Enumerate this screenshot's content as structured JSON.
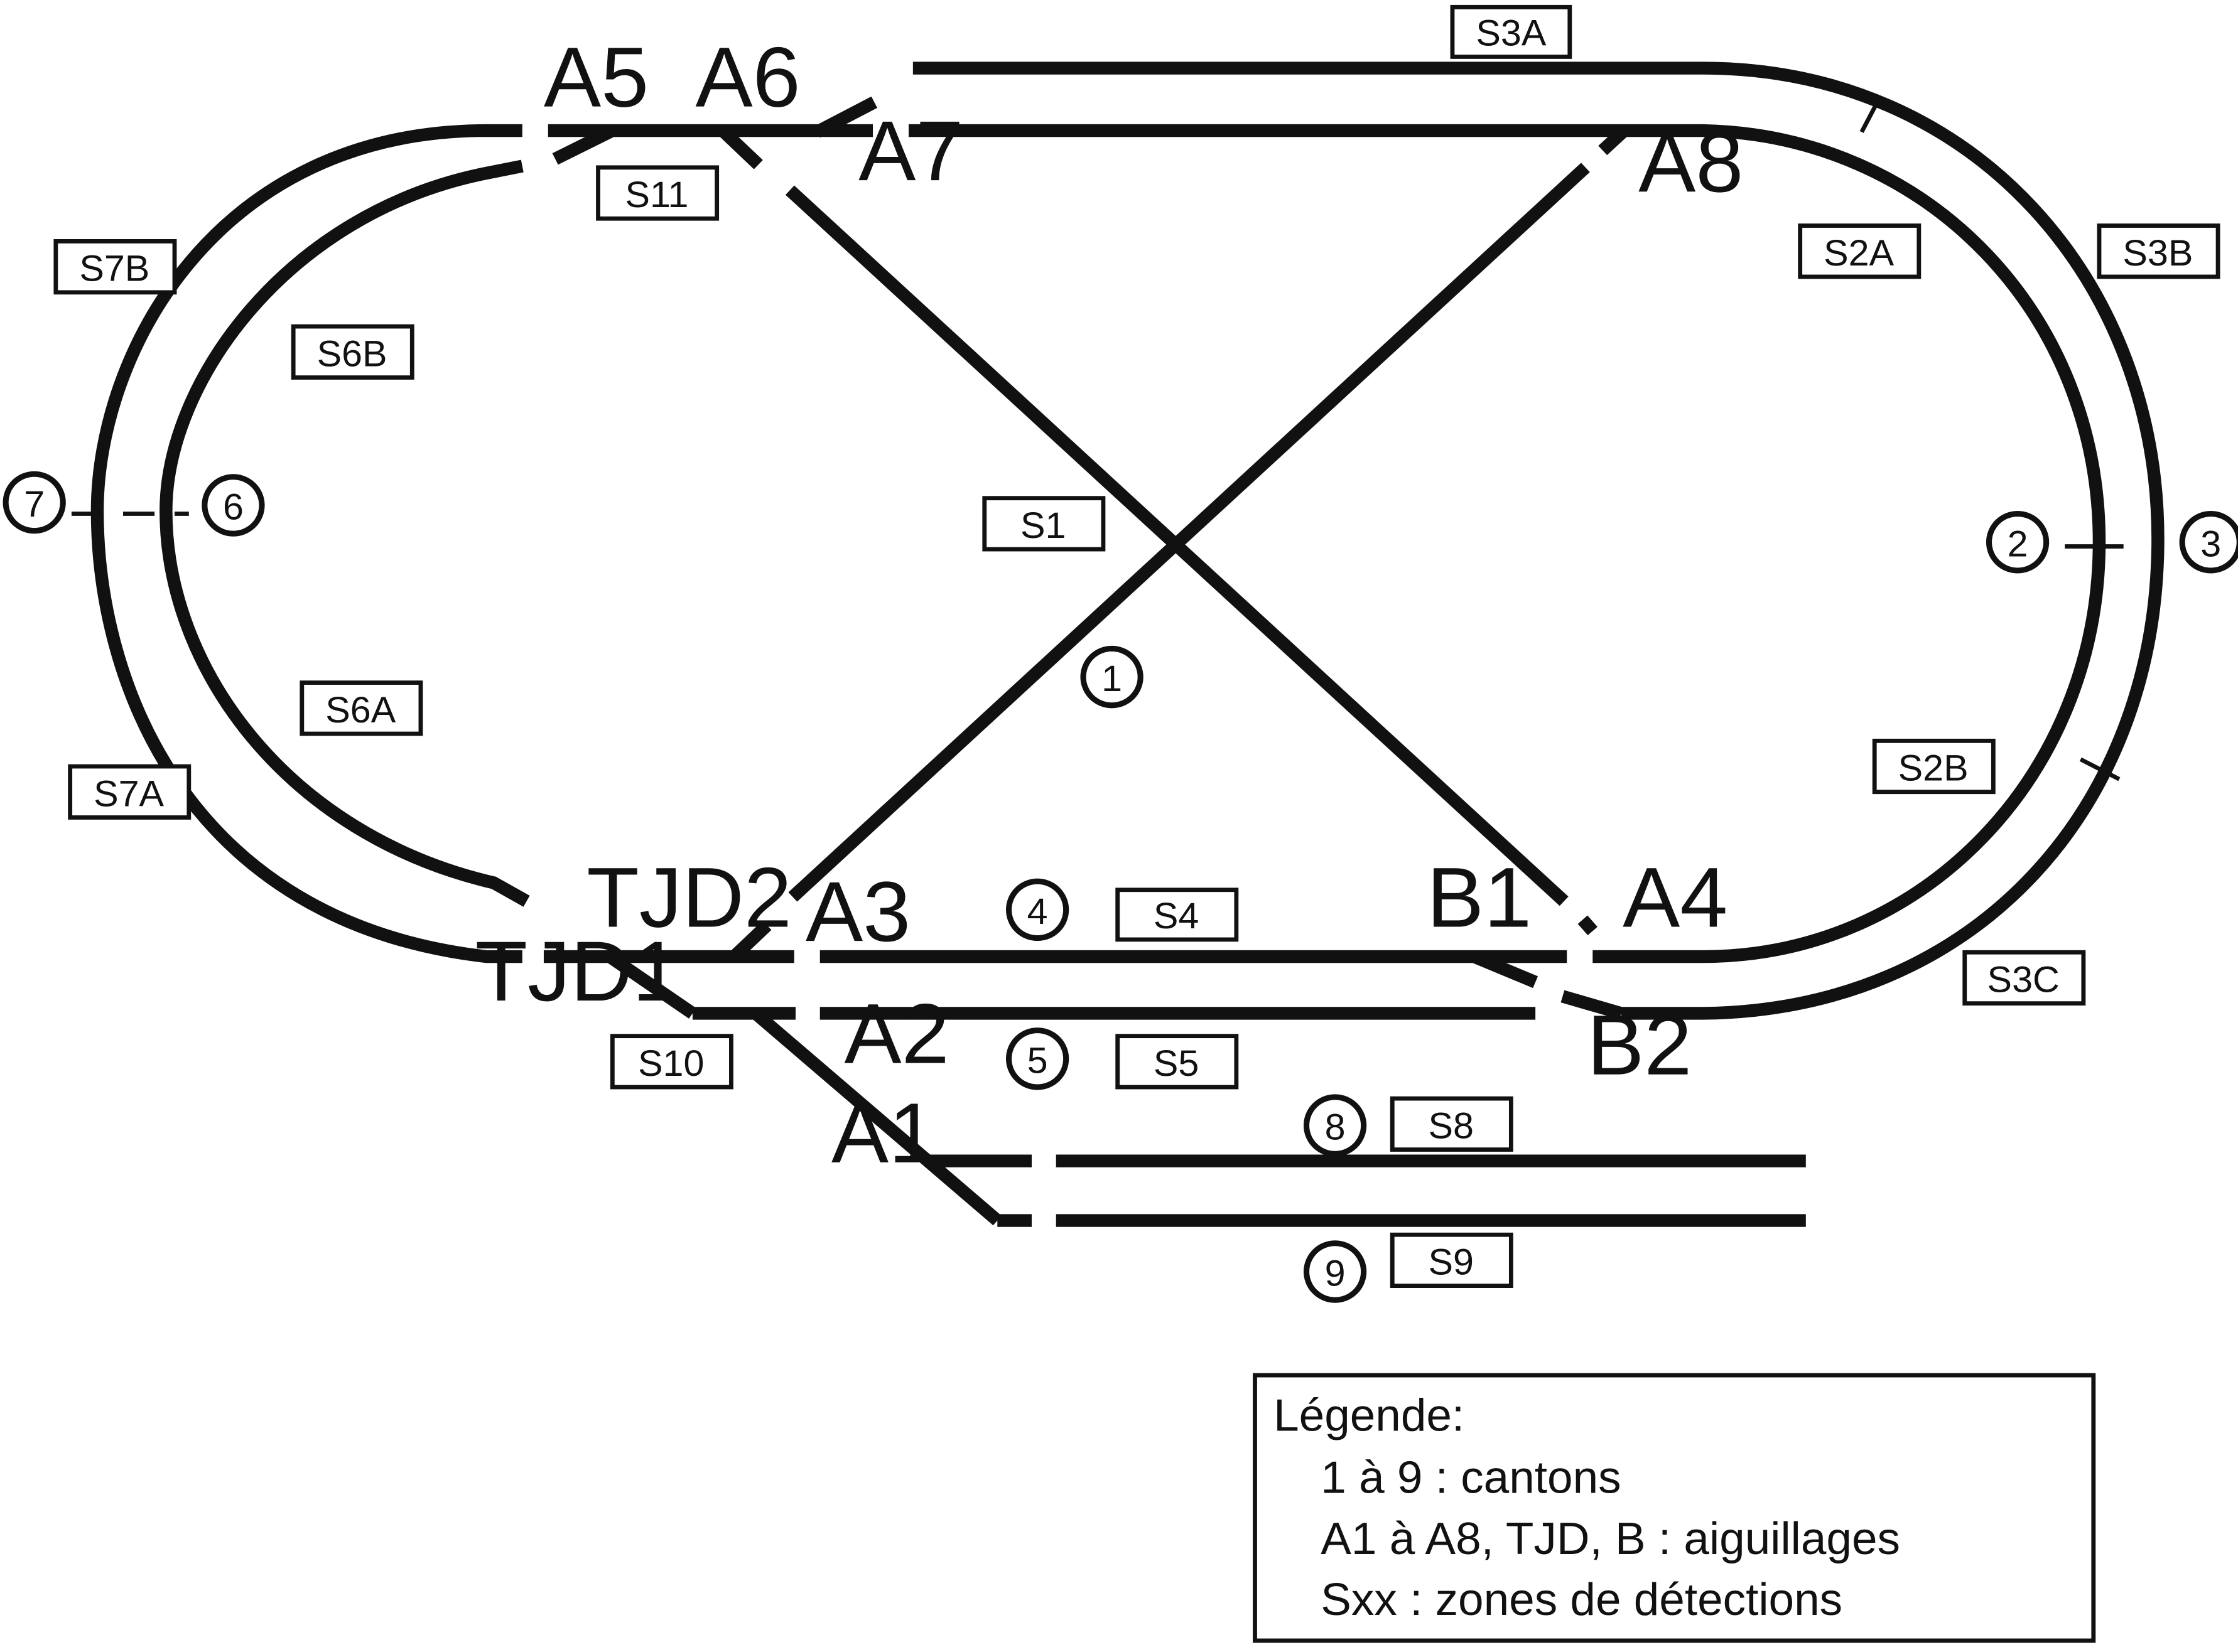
{
  "switches": {
    "A1": "A1",
    "A2": "A2",
    "A3": "A3",
    "A4": "A4",
    "A5": "A5",
    "A6": "A6",
    "A7": "A7",
    "A8": "A8",
    "B1": "B1",
    "B2": "B2",
    "TJD1": "TJD1",
    "TJD2": "TJD2"
  },
  "zones": {
    "S1": "S1",
    "S2A": "S2A",
    "S2B": "S2B",
    "S3A": "S3A",
    "S3B": "S3B",
    "S3C": "S3C",
    "S4": "S4",
    "S5": "S5",
    "S6A": "S6A",
    "S6B": "S6B",
    "S7A": "S7A",
    "S7B": "S7B",
    "S8": "S8",
    "S9": "S9",
    "S10": "S10",
    "S11": "S11"
  },
  "cantons": [
    "1",
    "2",
    "3",
    "4",
    "5",
    "6",
    "7",
    "8",
    "9"
  ],
  "legend": {
    "title": "Légende:",
    "line1": "1 à 9 : cantons",
    "line2": "A1 à A8, TJD, B : aiguillages",
    "line3": "Sxx : zones de détections"
  }
}
